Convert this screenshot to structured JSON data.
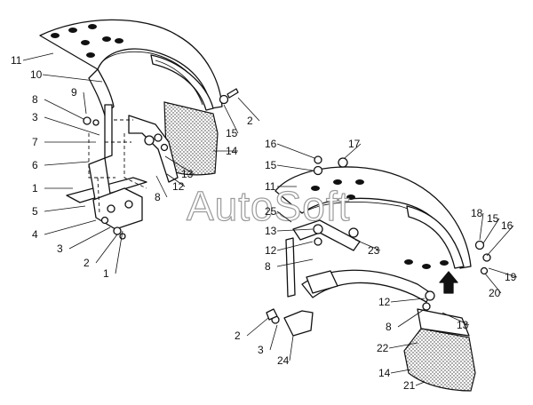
{
  "watermark": "AutoSoft",
  "callouts": [
    {
      "text": "11"
    },
    {
      "text": "10"
    },
    {
      "text": "9"
    },
    {
      "text": "8"
    },
    {
      "text": "3"
    },
    {
      "text": "7"
    },
    {
      "text": "6"
    },
    {
      "text": "1"
    },
    {
      "text": "5"
    },
    {
      "text": "4"
    },
    {
      "text": "3"
    },
    {
      "text": "2"
    },
    {
      "text": "1"
    },
    {
      "text": "8"
    },
    {
      "text": "12"
    },
    {
      "text": "13"
    },
    {
      "text": "14"
    },
    {
      "text": "15"
    },
    {
      "text": "2"
    },
    {
      "text": "16"
    },
    {
      "text": "17"
    },
    {
      "text": "15"
    },
    {
      "text": "11"
    },
    {
      "text": "25"
    },
    {
      "text": "13"
    },
    {
      "text": "12"
    },
    {
      "text": "8"
    },
    {
      "text": "23"
    },
    {
      "text": "18"
    },
    {
      "text": "15"
    },
    {
      "text": "16"
    },
    {
      "text": "19"
    },
    {
      "text": "20"
    },
    {
      "text": "12"
    },
    {
      "text": "8"
    },
    {
      "text": "13"
    },
    {
      "text": "22"
    },
    {
      "text": "14"
    },
    {
      "text": "21"
    },
    {
      "text": "2"
    },
    {
      "text": "3"
    },
    {
      "text": "24"
    }
  ]
}
